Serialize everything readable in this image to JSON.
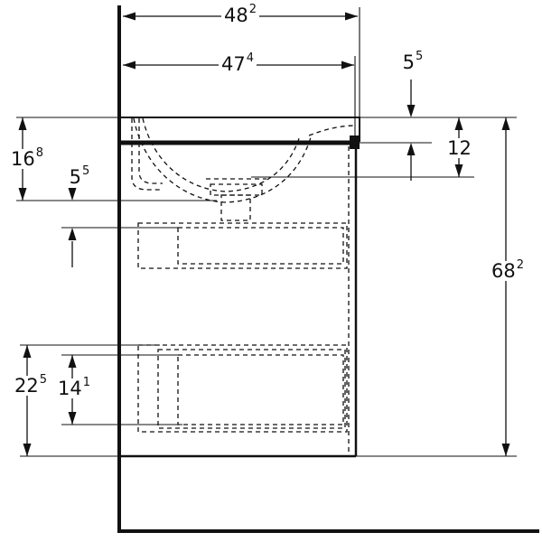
{
  "colors": {
    "ink": "#111111",
    "background": "#ffffff"
  },
  "dimensions": {
    "d48_2": {
      "main": "48",
      "sup": "2"
    },
    "d47_4": {
      "main": "47",
      "sup": "4"
    },
    "d5_5_top": {
      "main": "5",
      "sup": "5"
    },
    "d12": {
      "main": "12",
      "sup": ""
    },
    "d68_2": {
      "main": "68",
      "sup": "2"
    },
    "d16_8": {
      "main": "16",
      "sup": "8"
    },
    "d5_5_left": {
      "main": "5",
      "sup": "5"
    },
    "d22_5": {
      "main": "22",
      "sup": "5"
    },
    "d14_1": {
      "main": "14",
      "sup": "1"
    }
  }
}
